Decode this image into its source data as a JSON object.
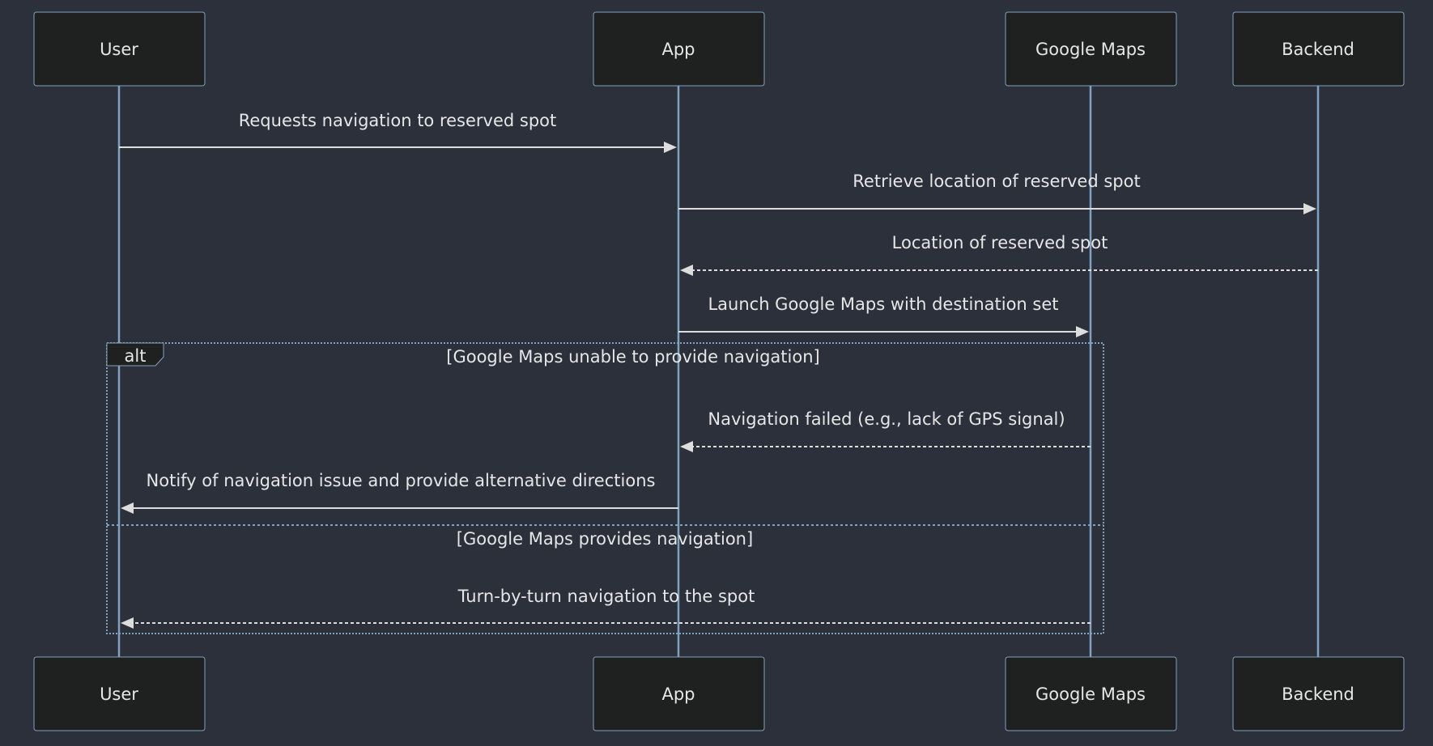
{
  "actors": [
    {
      "id": "user",
      "label": "User"
    },
    {
      "id": "app",
      "label": "App"
    },
    {
      "id": "maps",
      "label": "Google Maps"
    },
    {
      "id": "backend",
      "label": "Backend"
    }
  ],
  "messages": [
    {
      "id": "m1",
      "from": "user",
      "to": "app",
      "text": "Requests navigation to reserved spot",
      "style": "solid"
    },
    {
      "id": "m2",
      "from": "app",
      "to": "backend",
      "text": "Retrieve location of reserved spot",
      "style": "solid"
    },
    {
      "id": "m3",
      "from": "backend",
      "to": "app",
      "text": "Location of reserved spot",
      "style": "dashed"
    },
    {
      "id": "m4",
      "from": "app",
      "to": "maps",
      "text": "Launch Google Maps with destination set",
      "style": "solid"
    },
    {
      "id": "m5",
      "from": "maps",
      "to": "app",
      "text": "Navigation failed (e.g., lack of GPS signal)",
      "style": "dashed"
    },
    {
      "id": "m6",
      "from": "app",
      "to": "user",
      "text": "Notify of navigation issue and provide alternative directions",
      "style": "solid"
    },
    {
      "id": "m7",
      "from": "maps",
      "to": "user",
      "text": "Turn-by-turn navigation to the spot",
      "style": "dashed"
    }
  ],
  "alt_block": {
    "label": "alt",
    "condition_1": "[Google Maps unable to provide navigation]",
    "condition_2": "[Google Maps provides navigation]"
  }
}
